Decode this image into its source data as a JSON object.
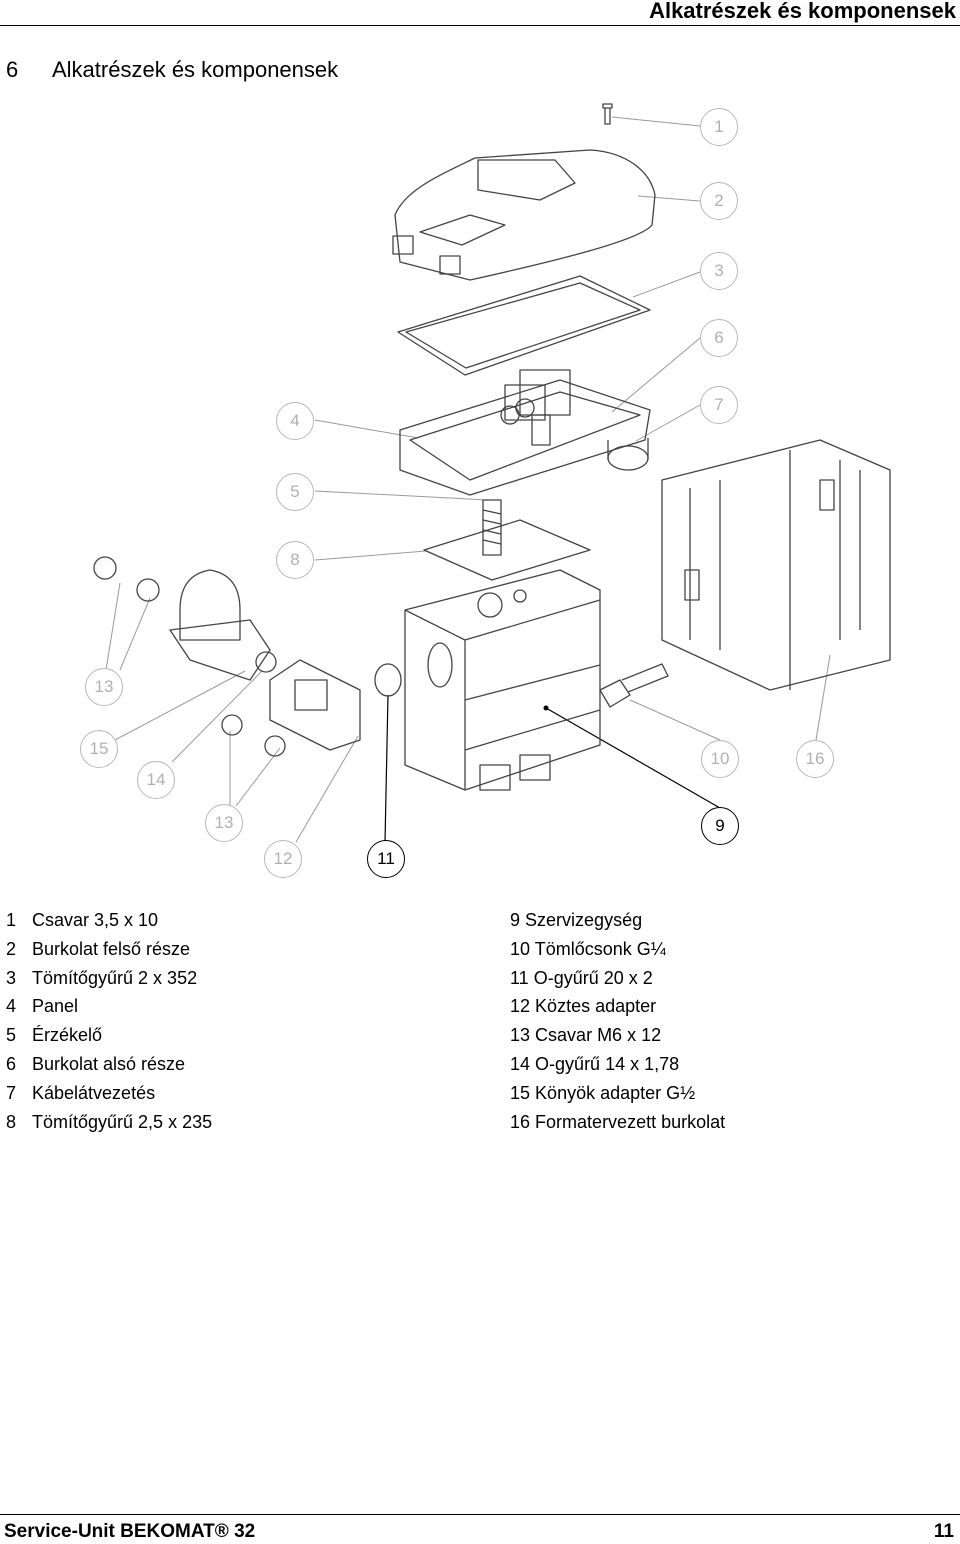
{
  "header": {
    "title": "Alkatrészek és komponensek"
  },
  "section": {
    "number": "6",
    "title": "Alkatrészek és komponensek"
  },
  "callouts": {
    "c1": "1",
    "c2": "2",
    "c3": "3",
    "c6": "6",
    "c7": "7",
    "c4": "4",
    "c5": "5",
    "c8": "8",
    "c13a": "13",
    "c15": "15",
    "c14": "14",
    "c10": "10",
    "c16": "16",
    "c13b": "13",
    "c9": "9",
    "c12": "12",
    "c11": "11"
  },
  "legend_left": [
    {
      "num": "1",
      "text": "Csavar 3,5 x 10"
    },
    {
      "num": "2",
      "text": "Burkolat felső része"
    },
    {
      "num": "3",
      "text": "Tömítőgyűrű 2 x 352"
    },
    {
      "num": "4",
      "text": "Panel"
    },
    {
      "num": "5",
      "text": "Érzékelő"
    },
    {
      "num": "6",
      "text": "Burkolat alsó része"
    },
    {
      "num": "7",
      "text": "Kábelátvezetés"
    },
    {
      "num": "8",
      "text": "Tömítőgyűrű 2,5 x 235"
    }
  ],
  "legend_right": [
    {
      "num": "9",
      "text": "Szervizegység"
    },
    {
      "num": "10",
      "text": "Tömlőcsonk G¼"
    },
    {
      "num": "11",
      "text": "O-gyűrű 20 x 2"
    },
    {
      "num": "12",
      "text": "Köztes adapter"
    },
    {
      "num": "13",
      "text": "Csavar M6 x 12"
    },
    {
      "num": "14",
      "text": "O-gyűrű 14 x 1,78"
    },
    {
      "num": "15",
      "text": "Könyök adapter G½"
    },
    {
      "num": "16",
      "text": "Formatervezett burkolat"
    }
  ],
  "footer": {
    "left": "Service-Unit BEKOMAT® 32",
    "page": "11"
  }
}
